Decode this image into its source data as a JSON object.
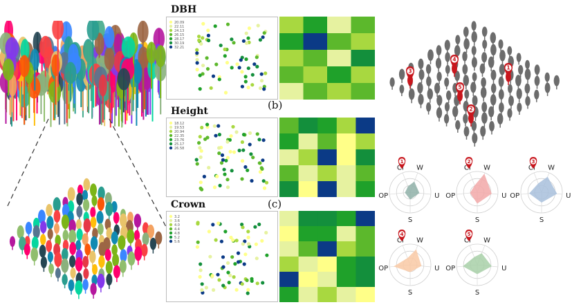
{
  "panels": {
    "dbh_title": "DBH",
    "height_title": "Height",
    "crown_title": "Crown",
    "label_b": "(b)",
    "label_c": "(c)"
  },
  "legends": {
    "dbh": [
      "20.09",
      "22.11",
      "24.13",
      "26.15",
      "28.17",
      "30.19",
      "32.21"
    ],
    "height": [
      "18.12",
      "19.53",
      "20.94",
      "22.35",
      "23.76",
      "25.17",
      "26.58"
    ],
    "crown": [
      "3.2",
      "3.6",
      "4.0",
      "4.4",
      "4.8",
      "5.2",
      "5.6"
    ]
  },
  "heatmaps": {
    "dbh": [
      [
        2,
        4,
        1,
        3
      ],
      [
        4,
        6,
        3,
        2
      ],
      [
        2,
        3,
        1,
        5
      ],
      [
        3,
        2,
        4,
        2
      ],
      [
        1,
        3,
        2,
        3
      ]
    ],
    "height": [
      [
        3,
        5,
        4,
        2,
        6
      ],
      [
        4,
        1,
        3,
        0,
        2
      ],
      [
        1,
        2,
        6,
        0,
        5
      ],
      [
        3,
        1,
        2,
        1,
        3
      ],
      [
        5,
        0,
        6,
        1,
        4
      ]
    ],
    "crown": [
      [
        1,
        5,
        5,
        4,
        6
      ],
      [
        0,
        4,
        4,
        1,
        3
      ],
      [
        1,
        3,
        6,
        2,
        3
      ],
      [
        2,
        1,
        0,
        4,
        5
      ],
      [
        6,
        0,
        1,
        4,
        5
      ],
      [
        4,
        1,
        2,
        1,
        0
      ]
    ]
  },
  "colors": {
    "scale": [
      "#ffff88",
      "#e6f2a0",
      "#a8d840",
      "#5cb82c",
      "#1fa12a",
      "#138f3c",
      "#0b3a86"
    ],
    "highlight": "#c8161d",
    "tree_grey": "#6c6c6c"
  },
  "markers": [
    "1",
    "2",
    "3",
    "4",
    "5"
  ],
  "radar": {
    "axes": [
      "W",
      "U",
      "S",
      "OP",
      "CI"
    ],
    "charts": [
      {
        "marker": "1",
        "color": "#8fb0a8",
        "values": [
          0.55,
          0.45,
          0.35,
          0.25,
          0.3
        ]
      },
      {
        "marker": "2",
        "color": "#f2a8a8",
        "values": [
          0.95,
          0.7,
          0.55,
          0.35,
          0.35
        ]
      },
      {
        "marker": "3",
        "color": "#a8bfdc",
        "values": [
          0.8,
          0.75,
          0.5,
          0.6,
          0.45
        ]
      },
      {
        "marker": "4",
        "color": "#f9c9a4",
        "values": [
          0.8,
          0.55,
          0.35,
          0.8,
          0.35
        ]
      },
      {
        "marker": "5",
        "color": "#a8d0a8",
        "values": [
          0.6,
          0.7,
          0.45,
          0.7,
          0.4
        ]
      }
    ]
  }
}
